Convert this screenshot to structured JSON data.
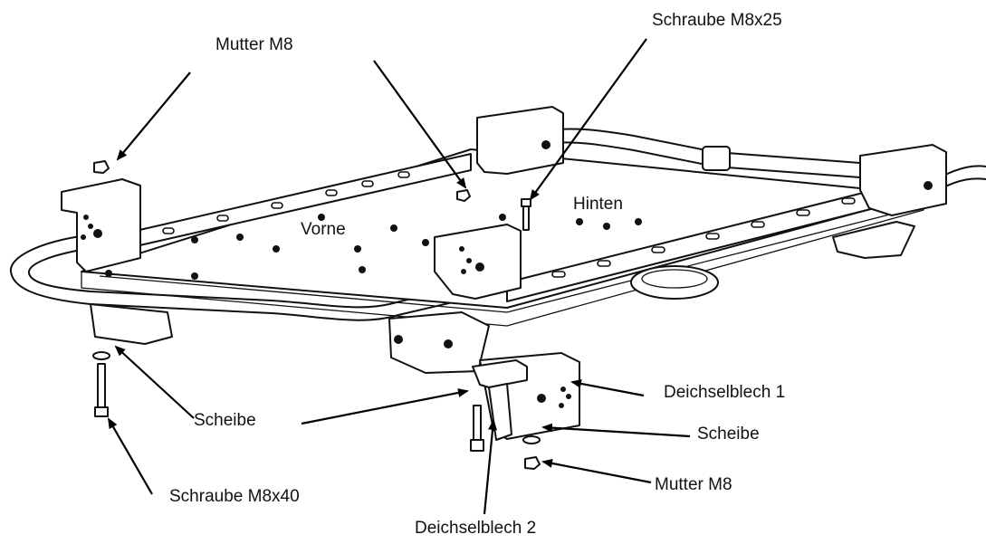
{
  "labels": {
    "mutter_top": "Mutter M8",
    "schraube_m8x25": "Schraube M8x25",
    "hinten": "Hinten",
    "vorne": "Vorne",
    "scheibe_left": "Scheibe",
    "schraube_m8x40": "Schraube M8x40",
    "deichselblech_1": "Deichselblech 1",
    "scheibe_right": "Scheibe",
    "mutter_bottom": "Mutter M8",
    "deichselblech_2": "Deichselblech 2"
  },
  "colors": {
    "line": "#111111",
    "background": "#ffffff"
  }
}
